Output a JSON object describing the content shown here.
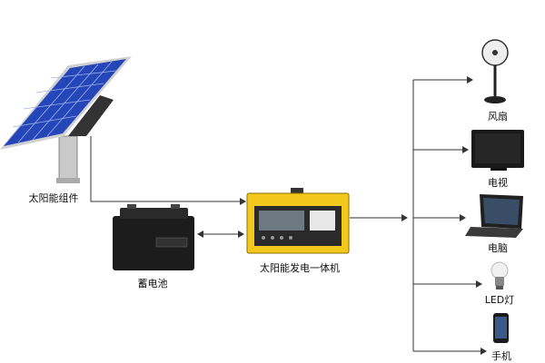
{
  "labels": {
    "solar_panel": "太阳能组件",
    "battery": "蓄电池",
    "generator": "太阳能发电一体机",
    "fan": "风扇",
    "tv": "电视",
    "laptop": "电脑",
    "led": "LED灯",
    "phone": "手机"
  },
  "colors": {
    "panel_cell": "#2446b8",
    "generator_body": "#f2c81c",
    "line": "#333333"
  },
  "icons": [
    "solar-panel-icon",
    "battery-icon",
    "generator-icon",
    "fan-icon",
    "tv-icon",
    "laptop-icon",
    "led-bulb-icon",
    "phone-icon"
  ]
}
